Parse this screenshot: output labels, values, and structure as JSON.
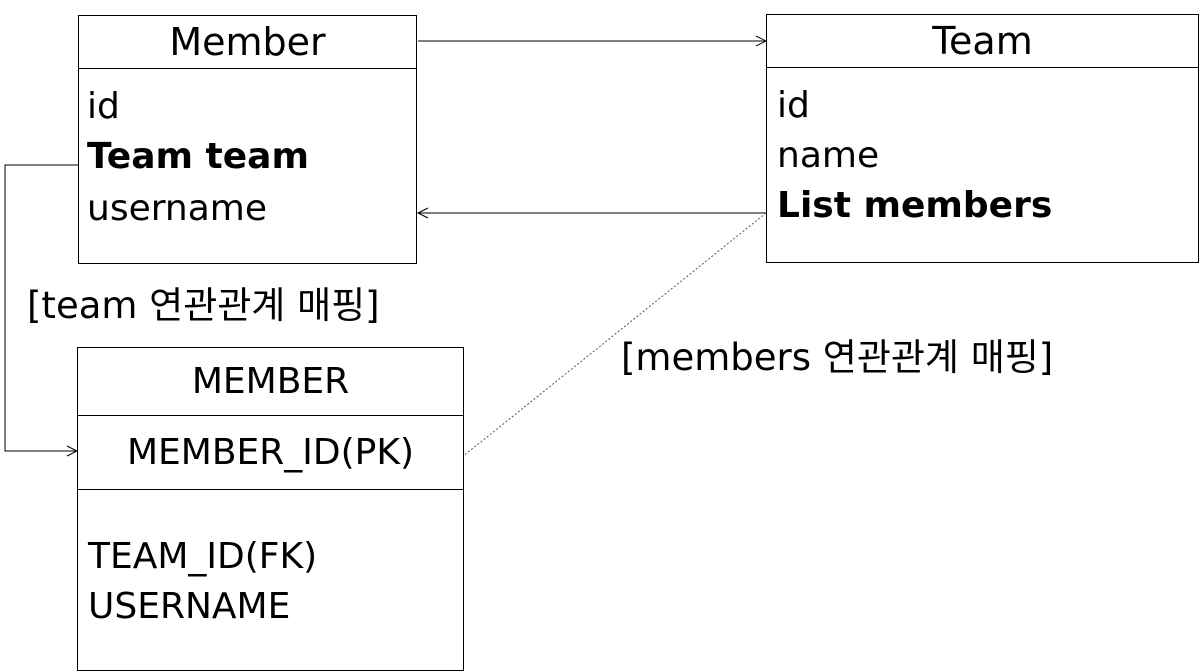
{
  "member_class": {
    "title": "Member",
    "fields": [
      "id",
      "Team team",
      "username"
    ]
  },
  "team_class": {
    "title": "Team",
    "fields": [
      "id",
      "name",
      "List members"
    ]
  },
  "member_table": {
    "title": "MEMBER",
    "pk": "MEMBER_ID(PK)",
    "columns": [
      "TEAM_ID(FK)",
      "USERNAME"
    ]
  },
  "captions": {
    "team_mapping": "[team 연관관계 매핑]",
    "members_mapping": "[members 연관관계 매핑]"
  }
}
